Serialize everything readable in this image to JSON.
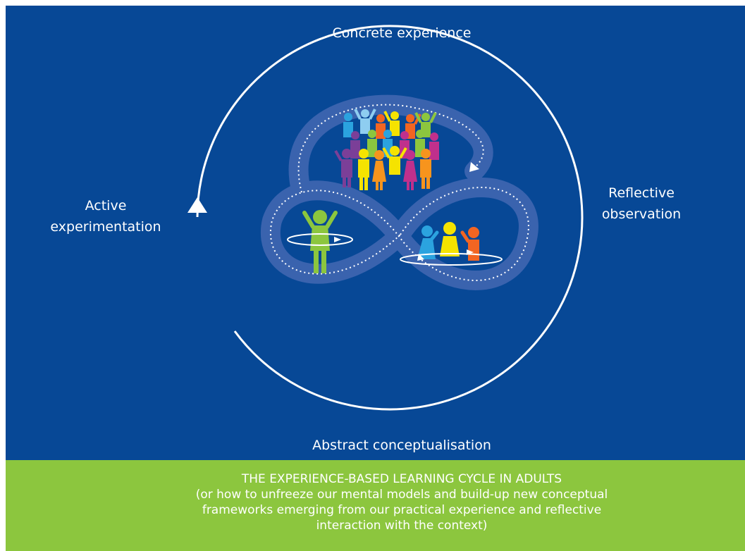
{
  "labels": {
    "concrete": "Concrete experience",
    "reflective": "Reflective\nobservation",
    "abstract": "Abstract conceptualisation",
    "active": "Active\nexperimentation"
  },
  "caption": {
    "title": "THE EXPERIENCE-BASED LEARNING CYCLE IN ADULTS",
    "subtitle": "(or how to unfreeze our mental models and build-up new conceptual\nframeworks emerging from our practical experience and reflective\ninteraction with the context)"
  },
  "colors": {
    "panel": "#074896",
    "caption_band": "#8cc63e",
    "track": "#3a63ae",
    "line": "#ffffff",
    "figure_green": "#8cc63e",
    "figure_blue": "#2ba3df",
    "figure_yellow": "#f5e300",
    "figure_orange": "#f26522",
    "figure_purple": "#7b3f98",
    "figure_magenta": "#c0308c",
    "figure_lightblue": "#8ecdf0"
  },
  "icons": [
    "person-group-icon",
    "single-person-icon",
    "small-group-icon",
    "cycle-arrow-icon"
  ]
}
